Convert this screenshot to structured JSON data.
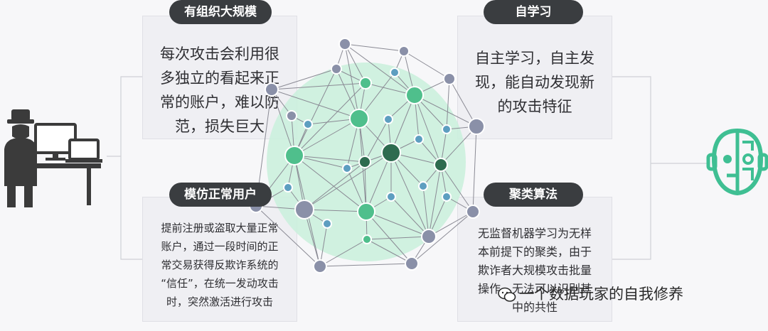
{
  "panels": {
    "top_left": {
      "title": "有组织大规模",
      "lines": [
        "每次攻击会利用很",
        "多独立的看起来正",
        "常的账户，难以防",
        "范，损失巨大"
      ]
    },
    "top_right": {
      "title": "自学习",
      "lines": [
        "自主学习，自主发",
        "现，能自动发现新",
        "的攻击特征"
      ]
    },
    "bottom_left": {
      "title": "模仿正常用户",
      "lines": [
        "提前注册或盗取大量正常",
        "账户，通过一段时间的正",
        "常交易获得反欺诈系统的",
        "“信任”，在统一发动攻击",
        "时，突然激活进行攻击"
      ]
    },
    "bottom_right": {
      "title": "聚类算法",
      "lines": [
        "无监督机器学习为无样",
        "本前提下的聚类，由于",
        "欺诈者大规模攻击批量",
        "操作，无法可以识别其",
        "中的共性"
      ]
    }
  },
  "watermark": {
    "text": "一个数据玩家的自我修养",
    "icon": "wechat-icon"
  },
  "colors": {
    "dark_pill": "#3a3d40",
    "green": "#4fbf8c",
    "dark_green": "#2e6b4f",
    "blue": "#5d9ec0",
    "slate": "#8a90a8",
    "glow": "#c9f0dc",
    "robot": "#3fbf93",
    "person": "#3b3b3b"
  },
  "icons": {
    "left": "hacker-at-computer-icon",
    "right": "robot-head-icon"
  }
}
